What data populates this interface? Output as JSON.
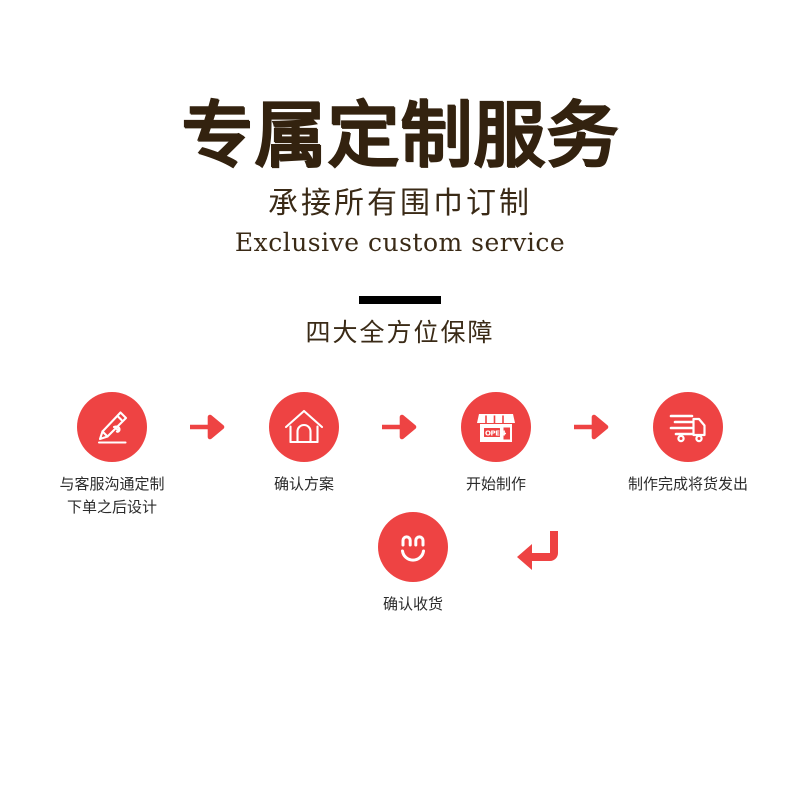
{
  "header": {
    "main_title": "专属定制服务",
    "sub_title_cn": "承接所有围巾订制",
    "sub_title_en": "Exclusive custom service",
    "title_color": "#33220F"
  },
  "section": {
    "heading": "四大全方位保障",
    "divider_color": "#000000"
  },
  "theme": {
    "accent_red": "#EE4343",
    "label_color": "#2B2B2B",
    "background": "#FFFFFF"
  },
  "flow": {
    "row1": [
      {
        "icon": "pen-writing-icon",
        "label_line1": "与客服沟通定制",
        "label_line2": "下单之后设计"
      },
      {
        "icon": "house-icon",
        "label_line1": "确认方案",
        "label_line2": ""
      },
      {
        "icon": "shop-open-icon",
        "label_line1": "开始制作",
        "label_line2": ""
      },
      {
        "icon": "delivery-truck-icon",
        "label_line1": "制作完成将货发出",
        "label_line2": ""
      }
    ],
    "arrows": {
      "right_arrow_icon": "arrow-right-icon",
      "return_arrow_icon": "arrow-return-left-icon"
    },
    "row2": [
      {
        "icon": "smiley-face-icon",
        "label_line1": "确认收货",
        "label_line2": ""
      }
    ]
  }
}
